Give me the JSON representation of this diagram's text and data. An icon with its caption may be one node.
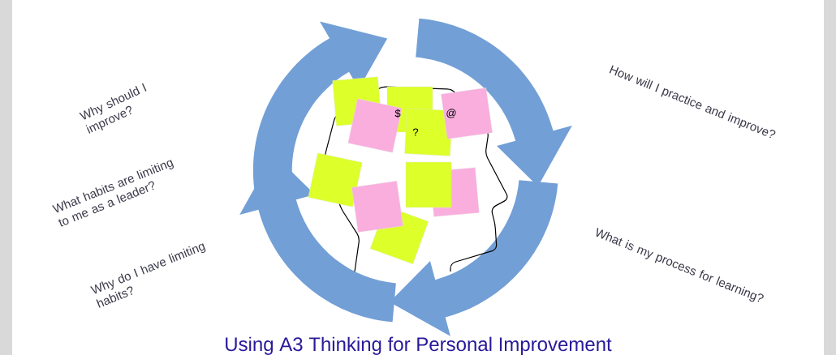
{
  "diagram": {
    "caption": "Using A3 Thinking for Personal Improvement",
    "labels": [
      "Why should I improve?",
      "What habits are limiting to me as a leader?",
      "Why do I have limiting habits?",
      "How will I practice and improve?",
      "What is my process for learning?",
      "$",
      "?",
      "@"
    ]
  }
}
